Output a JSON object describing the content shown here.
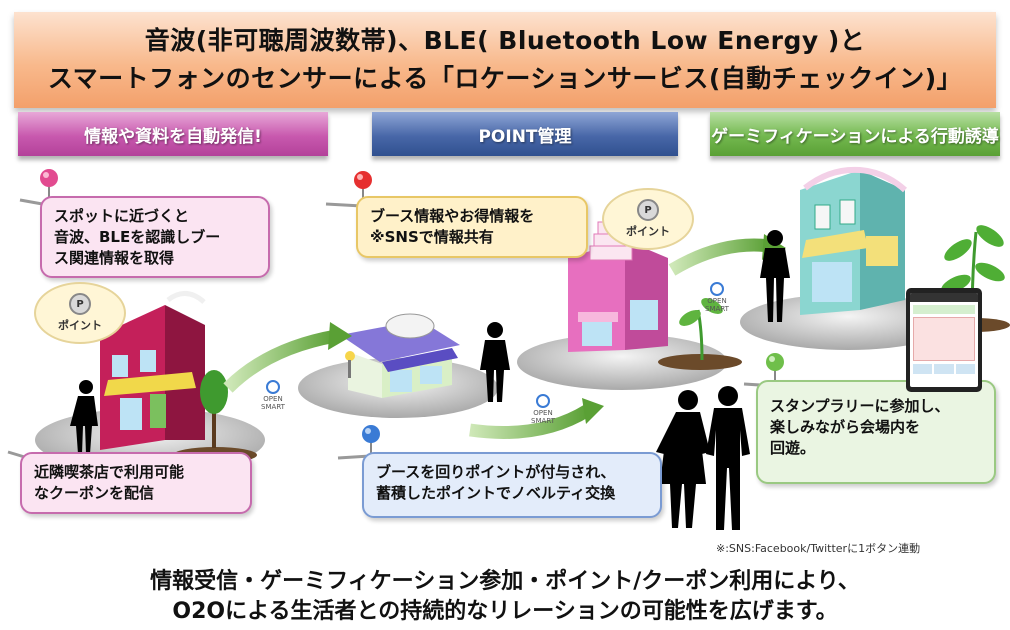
{
  "header": {
    "line1": "音波(非可聴周波数帯)、BLE( Bluetooth Low Energy )と",
    "line2": "スマートフォンのセンサーによる「ロケーションサービス(自動チェックイン)」"
  },
  "banners": {
    "left": "情報や資料を自動発信!",
    "center": "POINT管理",
    "right": "ゲーミフィケーションによる行動誘導"
  },
  "callouts": {
    "spot": [
      "スポットに近づくと",
      "音波、BLEを認識しブー",
      "ス関連情報を取得"
    ],
    "booth": [
      "ブース情報やお得情報を",
      "※SNSで情報共有"
    ],
    "coupon": [
      "近隣喫茶店で利用可能",
      "なクーポンを配信"
    ],
    "points": [
      "ブースを回りポイントが付与され、",
      "蓄積したポイントでノベルティ交換"
    ],
    "stamp": [
      "スタンプラリーに参加し、",
      "楽しみながら会場内を",
      "回遊。"
    ]
  },
  "clouds": {
    "left": "ポイント",
    "center": "ポイント"
  },
  "logo_label": "OPEN SMART",
  "footnote": "※:SNS:Facebook/Twitterに1ボタン連動",
  "footer": {
    "line1": "情報受信・ゲーミフィケーション参加・ポイント/クーポン利用により、",
    "line2": "O2Oによる生活者との持続的なリレーションの可能性を広げます。"
  },
  "colors": {
    "pink": "#c859ae",
    "blue": "#4867a8",
    "green": "#73b84f",
    "orange": "#f3a06b"
  }
}
